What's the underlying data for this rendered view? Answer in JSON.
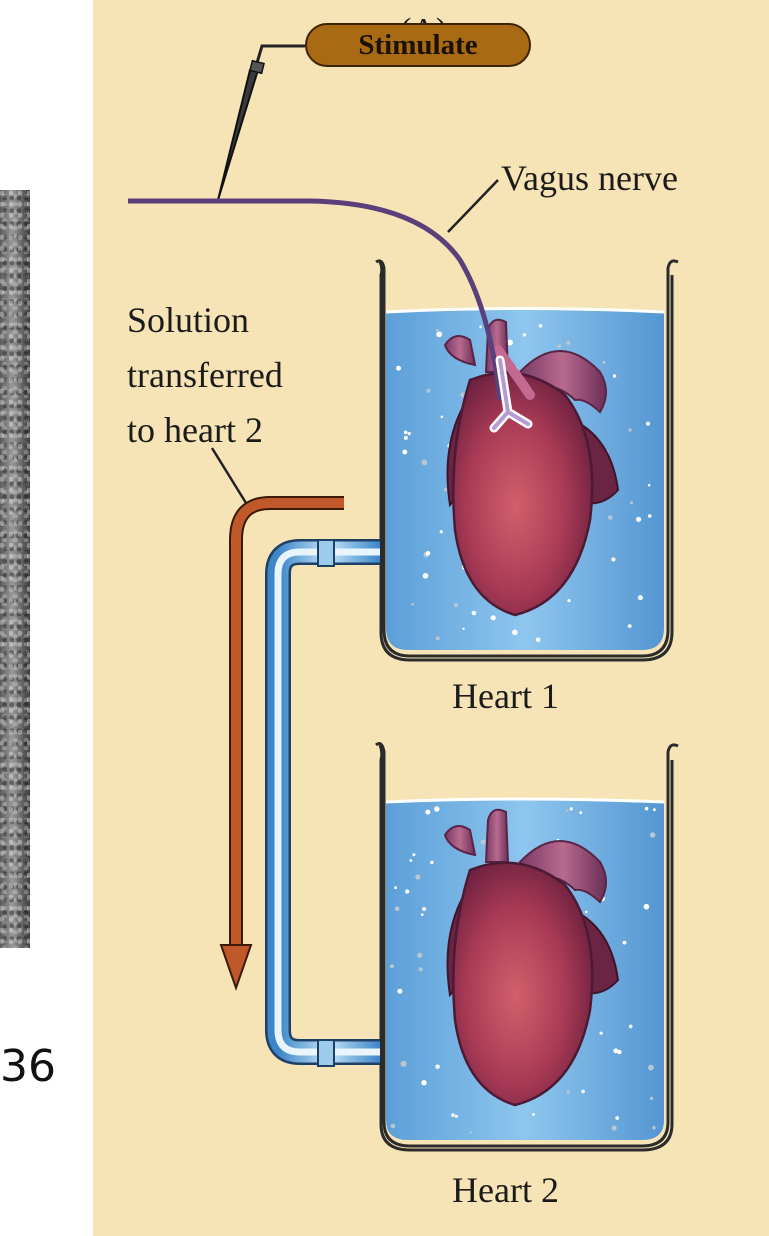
{
  "panel_label": "(A)",
  "stimulate_label": "Stimulate",
  "vagus_label": "Vagus nerve",
  "solution_label": "Solution\ntransferred\nto heart 2",
  "heart1_label": "Heart 1",
  "heart2_label": "Heart 2",
  "page_number": "36",
  "colors": {
    "panel_bg": "#f6e4b6",
    "water": "#6fb0e2",
    "heart": "#9c3a56",
    "nerve": "#5b3f7a",
    "arrow": "#c1582a",
    "button": "#a86a12"
  }
}
